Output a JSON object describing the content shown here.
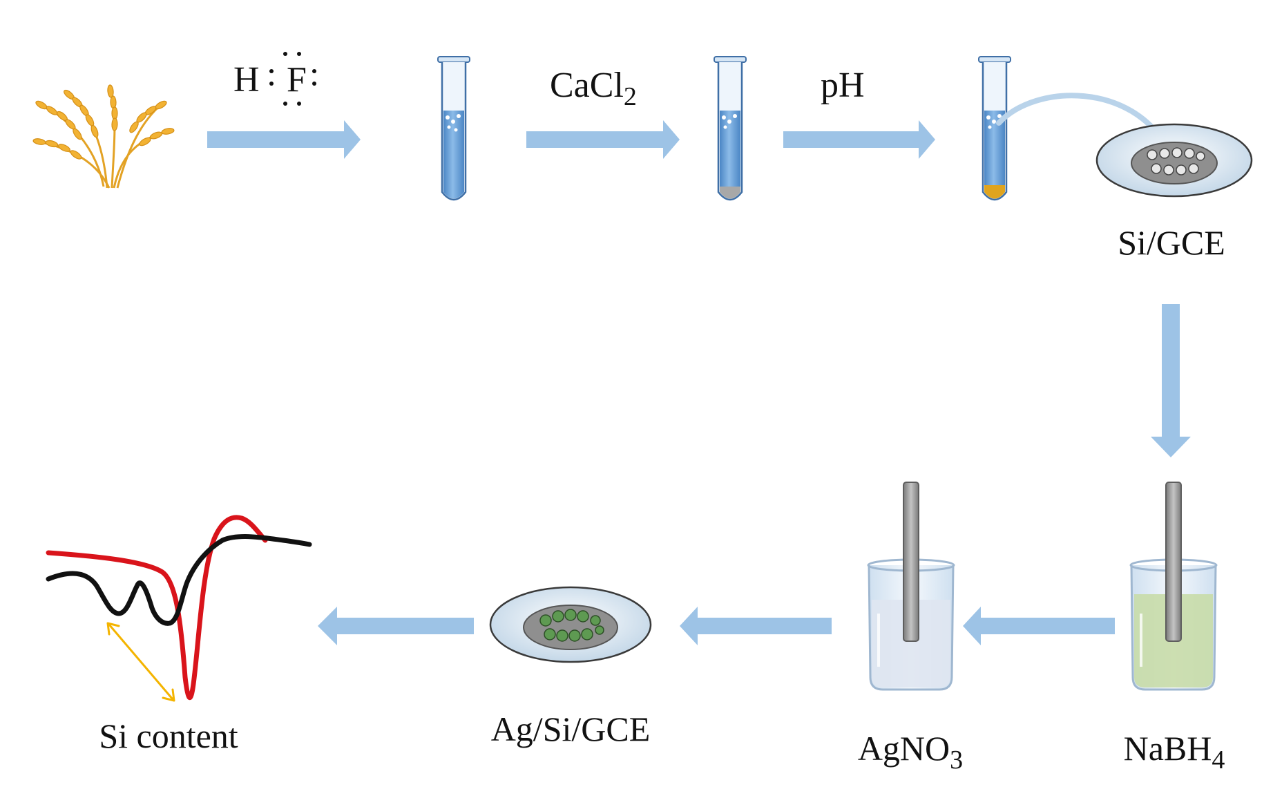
{
  "steps": {
    "hf_h": "H",
    "hf_f": "F",
    "cacl_main": "CaCl",
    "cacl_sub": "2",
    "ph": "pH",
    "si_gce": "Si/GCE",
    "nabh_main": "NaBH",
    "nabh_sub": "4",
    "agno_main": "AgNO",
    "agno_sub": "3",
    "ag_si_gce": "Ag/Si/GCE",
    "si_content": "Si content"
  },
  "colors": {
    "arrow": "#9dc3e6",
    "tube_liquid": "#5b9bd5",
    "tube_outline": "#3f6fa6",
    "grain": "#f2b233",
    "red_curve": "#d9141b",
    "black_curve": "#111111",
    "double_arrow": "#f4b400",
    "electrode": "#9a9a9a",
    "nabh_solution": "#c8dba8",
    "agno_solution": "#dfe6f1",
    "ag_particles": "#5e9a52",
    "si_particles": "#e8e8e8"
  },
  "icons": {
    "plant": "rice-grain-icon",
    "tube": "test-tube-icon",
    "electrode_disk": "gce-disk-icon",
    "beaker": "beaker-icon",
    "voltammogram": "voltammogram-icon"
  }
}
